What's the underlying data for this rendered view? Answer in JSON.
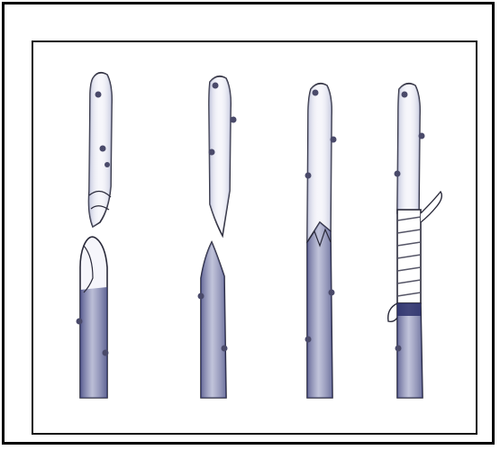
{
  "figure": {
    "panels": [
      {
        "id": "step-1",
        "description_free": true
      },
      {
        "id": "step-2",
        "description_free": true
      },
      {
        "id": "step-3",
        "description_free": true
      },
      {
        "id": "step-4",
        "description_free": true
      }
    ],
    "colors": {
      "outline": "#2a2a3a",
      "rootstock_shade": "#3a3f7a",
      "scion_fill": "#f6f6fb",
      "bud": "#4a4a6a",
      "tie": "#555566"
    }
  }
}
